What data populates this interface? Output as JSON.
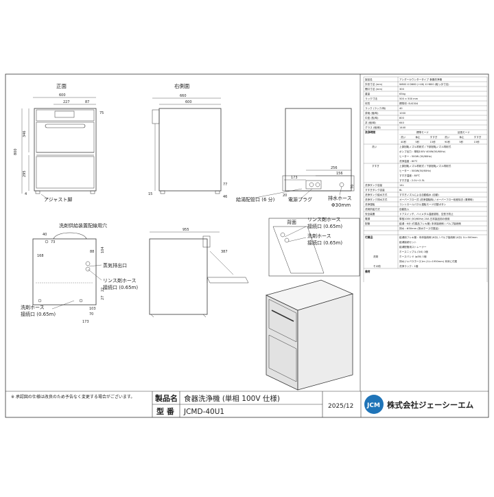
{
  "views": {
    "front_title": "正面",
    "right_title": "右側面",
    "top_label": "洗剤供給装置配線用穴"
  },
  "front_dims": {
    "width_600": "600",
    "d227": "227",
    "d87": "87",
    "d75": "75",
    "d346": "346",
    "d800": "800",
    "d295": "295",
    "d4": "4"
  },
  "side_dims": {
    "d660": "660",
    "d600": "600",
    "d173": "173",
    "d256": "256",
    "d156": "156",
    "d70": "70",
    "d77": "77",
    "d46": "46",
    "d15": "15",
    "d20": "20"
  },
  "top_dims": {
    "d40": "40",
    "d73": "73",
    "d168": "168",
    "d104": "104",
    "d88": "88",
    "d103": "103",
    "d70": "70",
    "d173": "173",
    "d22": "22",
    "d27": "27"
  },
  "mid_dims": {
    "d955": "955",
    "d387": "387"
  },
  "labels": {
    "adjuster": "アジャスト脚",
    "supply": "給湯配管口 (6 分)",
    "power": "電源プラグ",
    "drain_hose": "排水ホース",
    "drain_dia": "Φ30mm",
    "rinse_hose_1": "リンス剤ホース",
    "rinse_hose_1b": "接続口 (0.65m)",
    "detergent_hose_1": "洗剤ホース",
    "detergent_hose_1b": "接続口 (0.65m)",
    "back": "背面",
    "steam": "蒸気排出口",
    "rinse_hose_2": "リンス剤ホース",
    "rinse_hose_2b": "接続口 (0.65m)",
    "detergent_hose_2": "洗剤ホース",
    "detergent_hose_2b": "接続口 (0.65m)"
  },
  "spec": {
    "rows": [
      {
        "k": "製品名",
        "v": "アンダーカウンタータイプ 食器洗浄機"
      },
      {
        "k": "外形寸法 (mm)",
        "v": "W600 X D660 (+46) X H800 (取っ手寸法)"
      },
      {
        "k": "開口寸法 (mm)",
        "v": "300"
      },
      {
        "k": "重量",
        "v": "63kg"
      },
      {
        "k": "ラック寸法",
        "v": "500 × 500 mm"
      },
      {
        "k": "材質",
        "v": "標準材: SUS304"
      },
      {
        "k": "ラック (ラック/時)",
        "v": "40"
      },
      {
        "k": "茶碗 (個/時)",
        "v": "1000"
      },
      {
        "k": "中皿 (枚/時)",
        "v": "800"
      },
      {
        "k": "丼 (個/時)",
        "v": "640"
      },
      {
        "k": "グラス (個/時)",
        "v": "1440"
      }
    ],
    "cycle_head": "洗浄時間",
    "mode_std": "標準モード",
    "mode_long": "延長モード",
    "cycle_cols": [
      "洗い",
      "休止",
      "すすぎ",
      "洗い",
      "休止",
      "すすぎ"
    ],
    "cycle_vals": [
      "40秒",
      "5秒",
      "15秒",
      "90秒",
      "5秒",
      "15秒"
    ],
    "wash_head": "洗い",
    "wash_lines": [
      "上部回転ノズル噴射式 / 下部回転ノズル噴射式",
      "ポンプ出力 : 単相100V 400W(50/60Hz)",
      "ヒーター : 500W (50/60Hz)",
      "洗浄温度 : 60℃"
    ],
    "rinse_head": "すすぎ",
    "rinse_lines": [
      "上部回転ノズル噴射式 / 下部回転ノズル噴射式",
      "ヒーター : 500W(50/60Hz)",
      "すすぎ温度 : 80℃",
      "すすぎ量 : 2.0L〜2.5L"
    ],
    "misc_rows": [
      {
        "k": "洗浄タンク容量",
        "v": "14L"
      },
      {
        "k": "すすぎタンク容量",
        "v": "6L"
      },
      {
        "k": "洗浄タンク給水方式",
        "v": "すすぎノズルによる自動給水 (自動)"
      },
      {
        "k": "洗浄タンク排水方式",
        "v": "オーバーフロー式 (洗浄運転時) / オーバーフロー段差除去 (清掃時)"
      },
      {
        "k": "洗浄運転",
        "v": "コントロールパネル運転モード切替ボタン"
      },
      {
        "k": "洗剤供給方式",
        "v": "自動投入"
      },
      {
        "k": "安全装置",
        "v": "ドアスイッチ、ハイメタル温度感知、空焚き防止"
      },
      {
        "k": "電源",
        "v": "単相100V (50/60Hz) 20A 日本製品用の使用"
      },
      {
        "k": "配管",
        "v": "給湯 : 6分 (付属品フレキ管) 本体接続側 / バルブ接続側"
      },
      {
        "k": "",
        "v": "排水 : Φ30mm (排水ホース付属品)"
      }
    ],
    "acc_head": "付属品",
    "acc_lines": [
      "給湯用フレキ管 : 本体接続側 (6分) / バルブ接続側 (4分) 1L=500mm",
      "給湯接続セット",
      "給湯配管用ストレーナー",
      "ホースニップル (3/4) 1個",
      "ホースバンド (φ30) 1個",
      "排水ジャバラホース1m (1L=1950mm) 本体に付属",
      "洗浄ラック : 1個"
    ],
    "acc_sub": [
      "洗剤",
      "",
      "その他"
    ],
    "remarks": "備考"
  },
  "title_block": {
    "note": "※ 承認図の仕様は改良のため予告なく変更する場合がございます。",
    "product_label": "製品名",
    "product_value": "食器洗浄機 (単相 100V 仕様)",
    "model_label": "型 番",
    "model_value": "JCMD-40U1",
    "date": "2025/12",
    "logo_text": "JCM",
    "company": "株式会社ジェーシーエム"
  },
  "colors": {
    "line": "#333333",
    "logo_blue": "#1f74b8"
  }
}
